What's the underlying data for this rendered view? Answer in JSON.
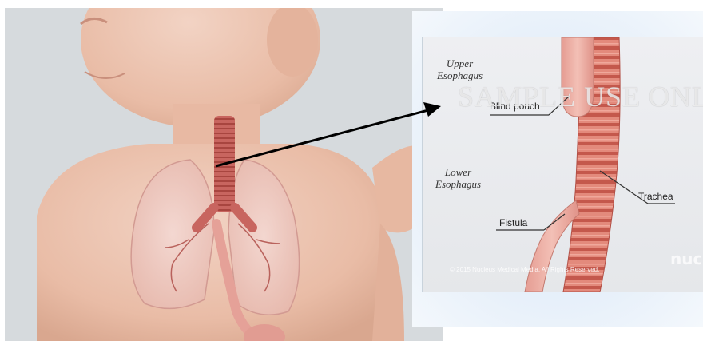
{
  "labels": {
    "upper_esophagus": "Upper\nEsophagus",
    "blind_pouch": "Blind pouch",
    "lower_esophagus": "Lower\nEsophagus",
    "trachea": "Trachea",
    "fistula": "Fistula"
  },
  "watermark": "SAMPLE USE ONLY",
  "copyright": "© 2015 Nucleus Medical Media. All Rights Reserved.",
  "logo": "nucle",
  "colors": {
    "skin": "#ecc4b0",
    "trachea": "#c9706a",
    "esophagus": "#e9a69e",
    "arrow": "#000000"
  }
}
